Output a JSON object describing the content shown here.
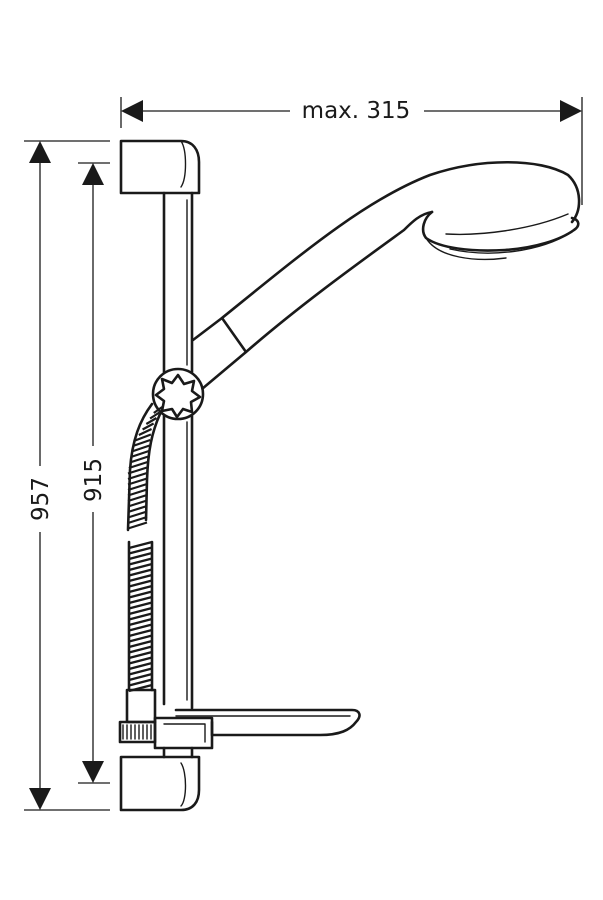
{
  "dimensions": {
    "width_label": "max. 315",
    "total_height_label": "957",
    "inner_height_label": "915"
  },
  "colors": {
    "line": "#1a1a1a",
    "background": "#ffffff"
  }
}
